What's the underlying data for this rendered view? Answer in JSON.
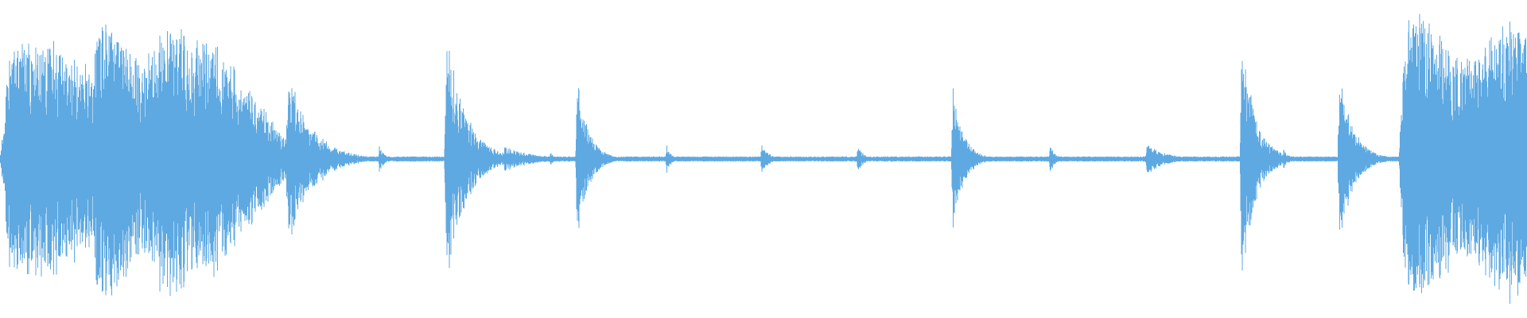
{
  "waveform": {
    "color": "#5ea9e2",
    "background": "#ffffff",
    "events": [
      {
        "start": 0.0,
        "end": 0.14,
        "amp": 0.8,
        "decay": "sustain",
        "density": "high"
      },
      {
        "start": 0.06,
        "end": 0.12,
        "amp": 0.95,
        "decay": "sustain",
        "density": "high"
      },
      {
        "start": 0.12,
        "end": 0.145,
        "amp": 0.55,
        "decay": "fast",
        "density": "high"
      },
      {
        "start": 0.187,
        "end": 0.235,
        "amp": 0.72,
        "decay": "medium",
        "density": "medium"
      },
      {
        "start": 0.248,
        "end": 0.262,
        "amp": 0.14,
        "decay": "fast",
        "density": "low"
      },
      {
        "start": 0.291,
        "end": 0.33,
        "amp": 1.0,
        "decay": "medium",
        "density": "high"
      },
      {
        "start": 0.329,
        "end": 0.365,
        "amp": 0.1,
        "decay": "slow",
        "density": "low"
      },
      {
        "start": 0.36,
        "end": 0.372,
        "amp": 0.07,
        "decay": "fast",
        "density": "low"
      },
      {
        "start": 0.377,
        "end": 0.4,
        "amp": 0.68,
        "decay": "medium",
        "density": "medium"
      },
      {
        "start": 0.436,
        "end": 0.45,
        "amp": 0.12,
        "decay": "fast",
        "density": "low"
      },
      {
        "start": 0.498,
        "end": 0.52,
        "amp": 0.14,
        "decay": "fast",
        "density": "low"
      },
      {
        "start": 0.561,
        "end": 0.58,
        "amp": 0.12,
        "decay": "fast",
        "density": "low"
      },
      {
        "start": 0.623,
        "end": 0.645,
        "amp": 0.58,
        "decay": "medium",
        "density": "medium"
      },
      {
        "start": 0.687,
        "end": 0.705,
        "amp": 0.12,
        "decay": "fast",
        "density": "low"
      },
      {
        "start": 0.75,
        "end": 0.775,
        "amp": 0.12,
        "decay": "slow",
        "density": "low"
      },
      {
        "start": 0.812,
        "end": 0.84,
        "amp": 1.0,
        "decay": "medium",
        "density": "high"
      },
      {
        "start": 0.84,
        "end": 0.852,
        "amp": 0.1,
        "decay": "fast",
        "density": "low"
      },
      {
        "start": 0.876,
        "end": 0.905,
        "amp": 0.68,
        "decay": "medium",
        "density": "medium"
      },
      {
        "start": 0.916,
        "end": 1.0,
        "amp": 0.95,
        "decay": "sustain",
        "density": "high"
      }
    ]
  }
}
